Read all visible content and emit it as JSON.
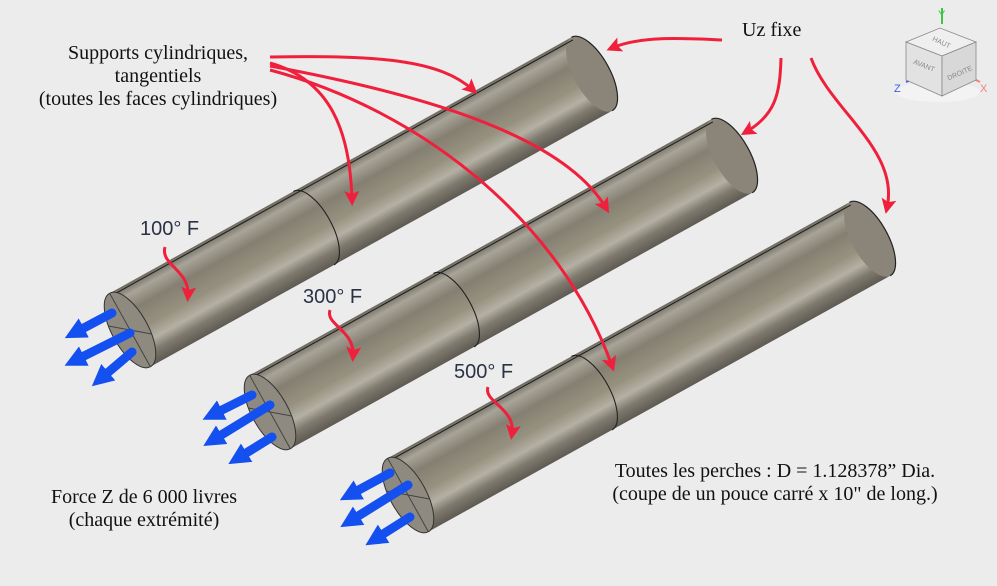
{
  "labels": {
    "supports": [
      "Supports cylindriques,",
      "tangentiels",
      "(toutes les faces cylindriques)"
    ],
    "uz_fixed": "Uz fixe",
    "temperatures": [
      "100° F",
      "300° F",
      "500° F"
    ],
    "force": [
      "Force Z de 6 000 livres",
      "(chaque extrémité)"
    ],
    "perches": [
      "Toutes les perches : D = 1.128378” Dia.",
      "(coupe de un pouce carré x 10\" de long.)"
    ]
  },
  "viewcube": {
    "faces": {
      "top": "HAUT",
      "front": "AVANT",
      "right": "DROITE"
    },
    "axes": {
      "x": "X",
      "y": "Y",
      "z": "Z"
    },
    "axis_colors": {
      "x": "#f08080",
      "y": "#3cc83c",
      "z": "#3c5cf0"
    }
  },
  "colors": {
    "background": "#ececec",
    "rod": "#8c877c",
    "annotation_arrow": "#f0203c",
    "force_arrow": "#1450f0",
    "temp_text": "#2a3344"
  },
  "rods": [
    {
      "temperature": "100° F"
    },
    {
      "temperature": "300° F"
    },
    {
      "temperature": "500° F"
    }
  ]
}
